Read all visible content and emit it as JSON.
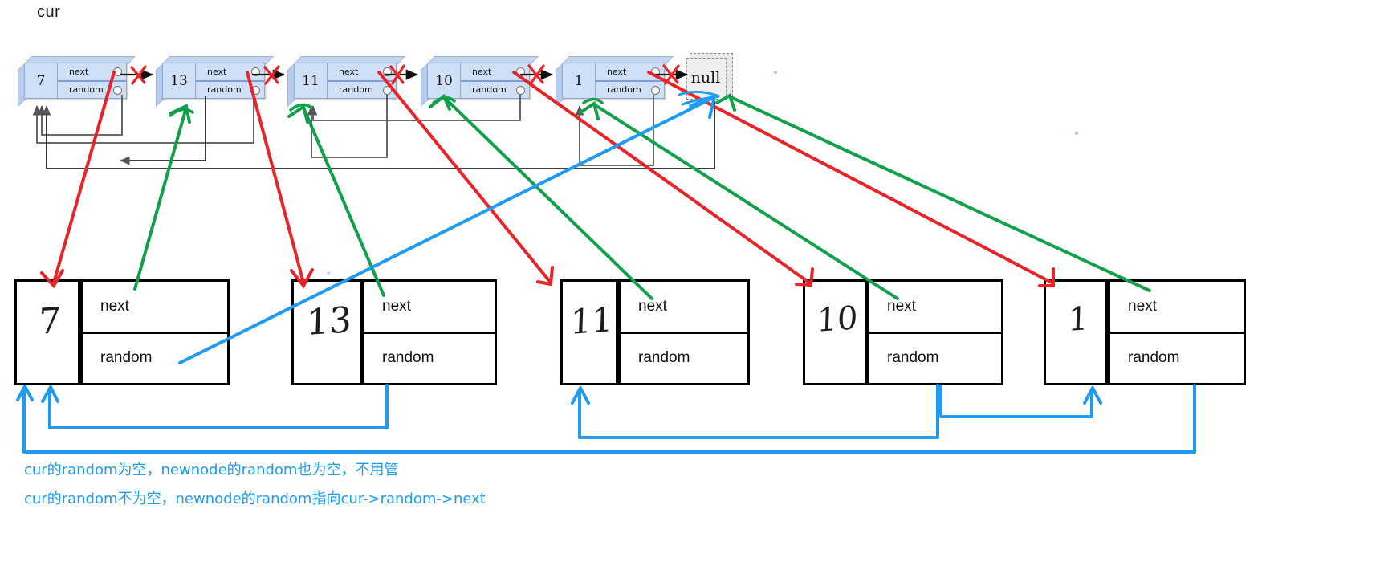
{
  "diagram": {
    "title_label": "cur",
    "original_nodes": [
      {
        "value": "7",
        "next_label": "next",
        "random_label": "random"
      },
      {
        "value": "13",
        "next_label": "next",
        "random_label": "random"
      },
      {
        "value": "11",
        "next_label": "next",
        "random_label": "random"
      },
      {
        "value": "10",
        "next_label": "next",
        "random_label": "random"
      },
      {
        "value": "1",
        "next_label": "next",
        "random_label": "random"
      }
    ],
    "null_node": {
      "label": "null"
    },
    "copy_nodes": [
      {
        "value": "7",
        "next_label": "next",
        "random_label": "random"
      },
      {
        "value": "13",
        "next_label": "next",
        "random_label": "random"
      },
      {
        "value": "11",
        "next_label": "next",
        "random_label": "random"
      },
      {
        "value": "10",
        "next_label": "next",
        "random_label": "random"
      },
      {
        "value": "1",
        "next_label": "next",
        "random_label": "random"
      }
    ],
    "notes": [
      "cur的random为空，newnode的random也为空，不用管",
      "cur的random不为空，newnode的random指向cur->random->next"
    ],
    "colors": {
      "node_fill": "#cfe0f6",
      "node_border": "#8ea9d3",
      "red_arrow": "#e8242a",
      "green_arrow": "#13a04a",
      "blue_arrow": "#1f9cf0",
      "grey_arrow": "#6b6b6b",
      "black_arrow": "#111111",
      "null_fill": "#e9e9e9",
      "note_text": "#1f9cf0"
    }
  }
}
